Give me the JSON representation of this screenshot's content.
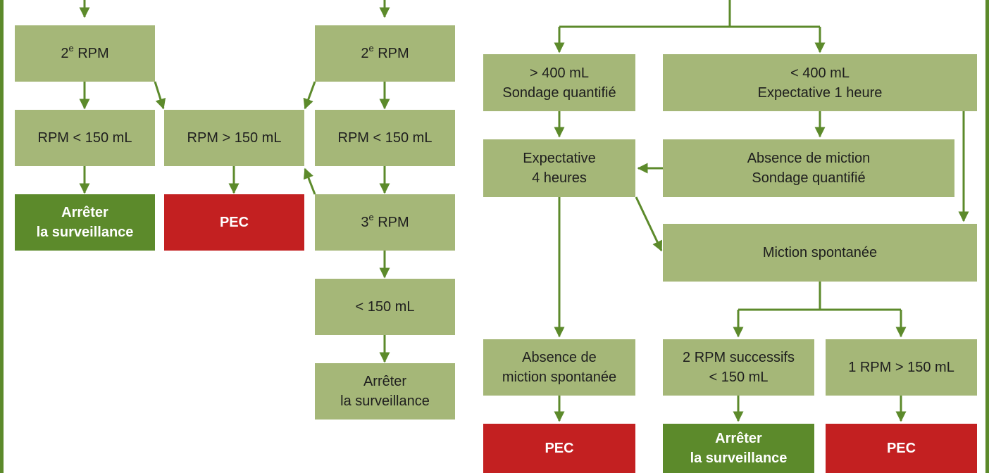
{
  "colors": {
    "frame": "#5c8a2b",
    "node_neutral": "#a5b778",
    "node_stop": "#5c8a2b",
    "node_pec": "#c32021",
    "arrow": "#5c8a2b"
  },
  "nodes": {
    "rpm2_a": {
      "prefix": "2",
      "sup": "e",
      "suffix": " RPM"
    },
    "rpm_lt150_a": {
      "line1": "RPM < 150 mL"
    },
    "stop_a": {
      "line1": "Arrêter",
      "line2": "la surveillance"
    },
    "rpm_gt150": {
      "line1": "RPM > 150 mL"
    },
    "pec_a": {
      "line1": "PEC"
    },
    "rpm2_b": {
      "prefix": "2",
      "sup": "e",
      "suffix": " RPM"
    },
    "rpm_lt150_b": {
      "line1": "RPM < 150 mL"
    },
    "rpm3": {
      "prefix": "3",
      "sup": "e",
      "suffix": " RPM"
    },
    "lt150": {
      "line1": "< 150 mL"
    },
    "stop_b": {
      "line1": "Arrêter",
      "line2": "la surveillance"
    },
    "gt400": {
      "line1": "> 400 mL",
      "line2": "Sondage quantifié"
    },
    "lt400": {
      "line1": "< 400 mL",
      "line2": "Expectative 1 heure"
    },
    "expect4": {
      "line1": "Expectative",
      "line2": "4 heures"
    },
    "absence_sondage": {
      "line1": "Absence de miction",
      "line2": "Sondage quantifié"
    },
    "miction_spont": {
      "line1": "Miction spontanée"
    },
    "absence_spont": {
      "line1": "Absence de",
      "line2": "miction spontanée"
    },
    "rpm2_successifs": {
      "line1": "2 RPM successifs",
      "line2": "< 150 mL"
    },
    "rpm1_gt150": {
      "line1": "1 RPM > 150 mL"
    },
    "pec_b": {
      "line1": "PEC"
    },
    "stop_c": {
      "line1": "Arrêter",
      "line2": "la surveillance"
    },
    "pec_c": {
      "line1": "PEC"
    }
  }
}
